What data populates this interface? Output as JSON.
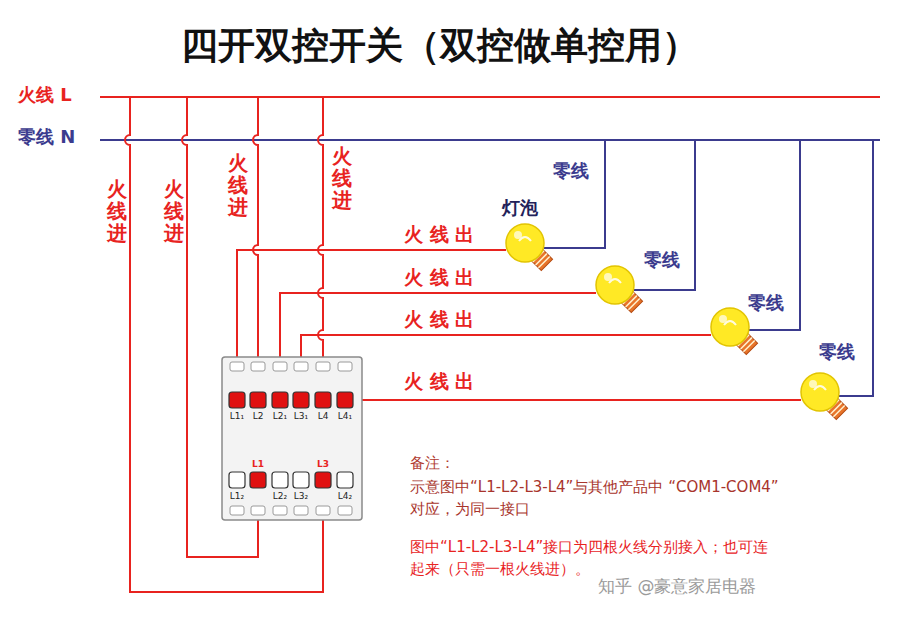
{
  "diagram": {
    "title": "四开双控开关（双控做单控用）",
    "labels": [
      "火线 L",
      "零线 N",
      "火线进",
      "火线进",
      "火线进",
      "火线进",
      "零线",
      "灯泡",
      "火 线 出",
      "零线",
      "火 线 出",
      "零线",
      "火 线 出",
      "零线",
      "火 线 出",
      "L1₁",
      "L2",
      "L2₁",
      "L3₁",
      "L4",
      "L4₁",
      "L1",
      "L3",
      "L1₂",
      "L2₂",
      "L3₂",
      "L4₂",
      "备注：",
      "示意图中“L1-L2-L3-L4”与其他产品中 “COM1-COM4”对应，为同一接口",
      "图中“L1-L2-L3-L4”接口为四根火线分别接入；也可连起来（只需一根火线进）。",
      "知乎 @豪意家居电器"
    ]
  }
}
